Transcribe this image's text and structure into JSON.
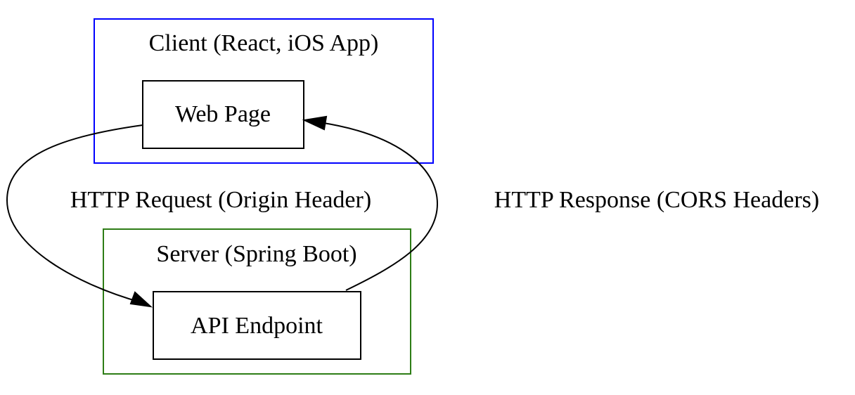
{
  "clusters": {
    "client": {
      "label": "Client (React, iOS App)",
      "border_color": "#0000ff"
    },
    "server": {
      "label": "Server (Spring Boot)",
      "border_color": "#2e7d16"
    }
  },
  "nodes": {
    "web_page": {
      "label": "Web Page"
    },
    "api_endpoint": {
      "label": "API Endpoint"
    }
  },
  "edges": {
    "request": {
      "from": "Web Page",
      "to": "API Endpoint",
      "label": "HTTP Request (Origin Header)"
    },
    "response": {
      "from": "API Endpoint",
      "to": "Web Page",
      "label": "HTTP Response (CORS Headers)"
    }
  },
  "colors": {
    "background": "#ffffff",
    "stroke": "#000000"
  }
}
